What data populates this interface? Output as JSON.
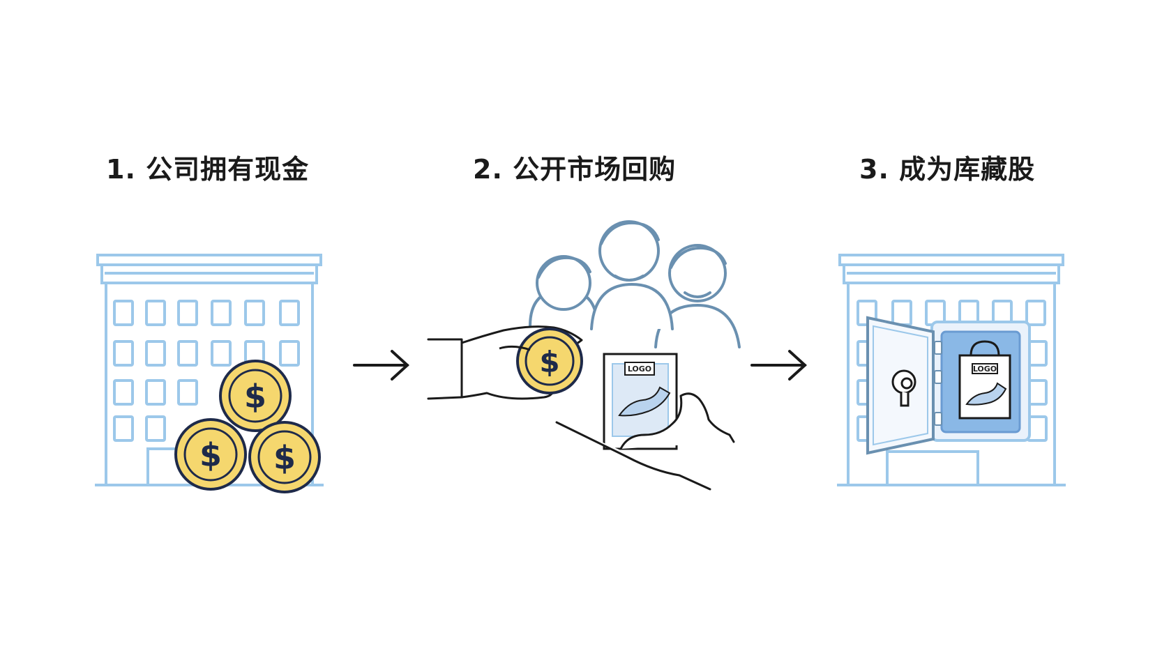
{
  "steps": [
    {
      "label": "1. 公司拥有现金"
    },
    {
      "label": "2. 公开市场回购"
    },
    {
      "label": "3. 成为库藏股"
    }
  ],
  "coin_symbol": "$",
  "logo_text_1": "LOGO",
  "logo_text_2": "LOGO",
  "icons": [
    "building-icon",
    "coins-icon",
    "arrow-right-icon",
    "people-icon",
    "hand-icon",
    "share-certificate-icon",
    "safe-icon"
  ],
  "colors": {
    "building_stroke": "#9cc8ea",
    "coin_fill": "#f5d76e",
    "coin_stroke": "#1e2a4a",
    "people_stroke": "#6a90b0",
    "safe_fill": "#d7e8f8",
    "safe_inner": "#8ab8e6",
    "ink": "#1a1a1a"
  }
}
